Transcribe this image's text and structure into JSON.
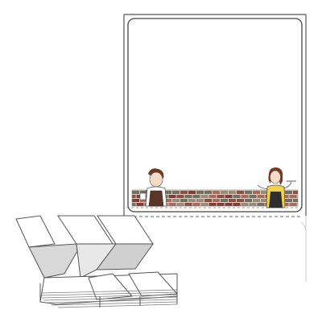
{
  "product": {
    "label_sheet": {
      "border_color": "#444444",
      "background": "#ffffff",
      "perforation": "dashed"
    },
    "brick_strip": {
      "colors": [
        "#8a4f45",
        "#a86a5c",
        "#6f6f62",
        "#9a8a78",
        "#7d3e36"
      ]
    },
    "illustrations": [
      "barista-figure",
      "waitress-figure"
    ],
    "fanfold_stack": {
      "description_colors": {
        "sheet": "#ffffff",
        "fold_shadow": "#d8d8d8",
        "edge": "#555555"
      }
    }
  }
}
